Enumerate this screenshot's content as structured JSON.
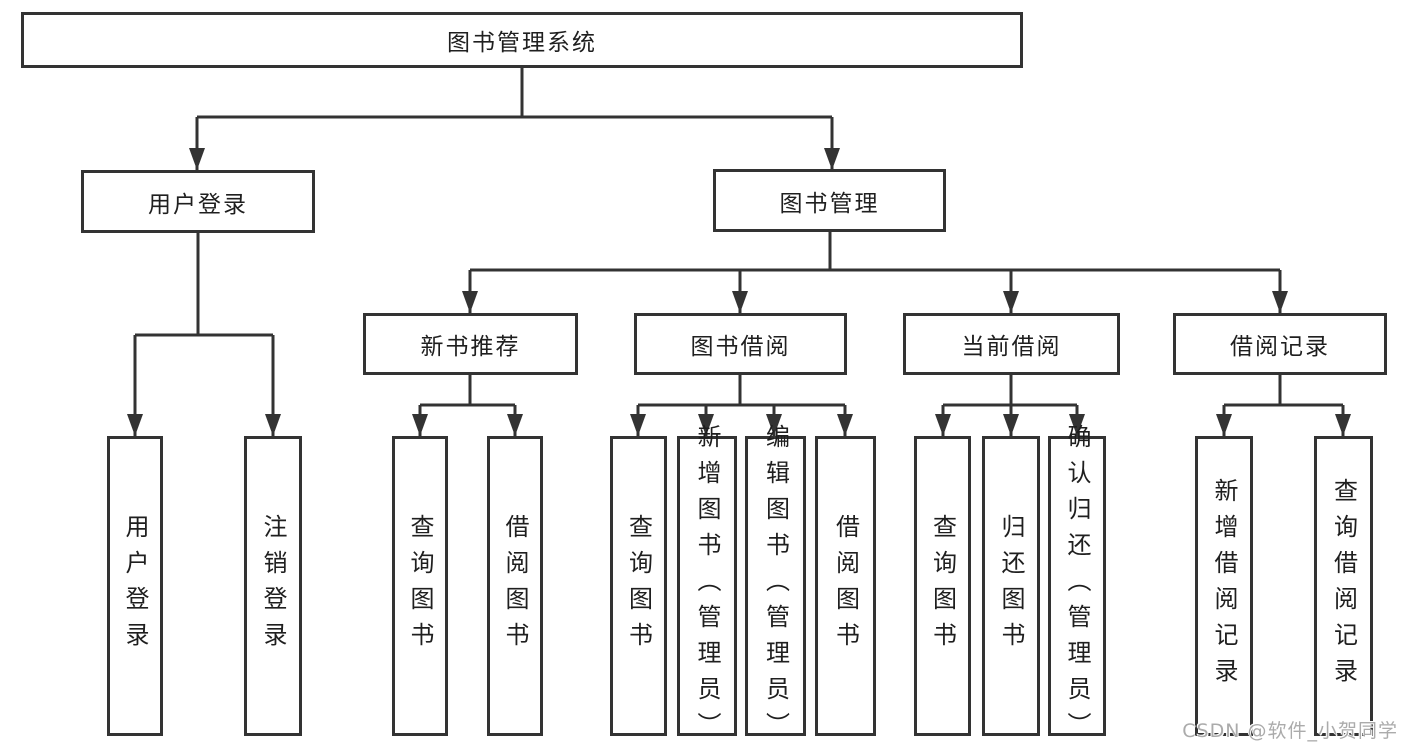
{
  "diagram": {
    "title": "图书管理系统",
    "root": {
      "label": "图书管理系统"
    },
    "branches": [
      {
        "label": "用户登录"
      },
      {
        "label": "图书管理"
      }
    ],
    "modules": [
      {
        "label": "新书推荐",
        "parent": "图书管理"
      },
      {
        "label": "图书借阅",
        "parent": "图书管理"
      },
      {
        "label": "当前借阅",
        "parent": "图书管理"
      },
      {
        "label": "借阅记录",
        "parent": "图书管理"
      }
    ],
    "leaves": [
      {
        "label": "用户登录",
        "parent": "用户登录"
      },
      {
        "label": "注销登录",
        "parent": "用户登录"
      },
      {
        "label": "查询图书",
        "parent": "新书推荐"
      },
      {
        "label": "借阅图书",
        "parent": "新书推荐"
      },
      {
        "label": "查询图书",
        "parent": "图书借阅"
      },
      {
        "label": "新增图书（管理员）",
        "parent": "图书借阅"
      },
      {
        "label": "编辑图书（管理员）",
        "parent": "图书借阅"
      },
      {
        "label": "借阅图书",
        "parent": "图书借阅"
      },
      {
        "label": "查询图书",
        "parent": "当前借阅"
      },
      {
        "label": "归还图书",
        "parent": "当前借阅"
      },
      {
        "label": "确认归还（管理员）",
        "parent": "当前借阅"
      },
      {
        "label": "新增借阅记录",
        "parent": "借阅记录"
      },
      {
        "label": "查询借阅记录",
        "parent": "借阅记录"
      }
    ]
  },
  "colors": {
    "line": "#333333",
    "text": "#1f1f1f",
    "background": "#ffffff",
    "watermark": "#ababab"
  },
  "watermark": {
    "text": "CSDN @软件_小贺同学"
  }
}
